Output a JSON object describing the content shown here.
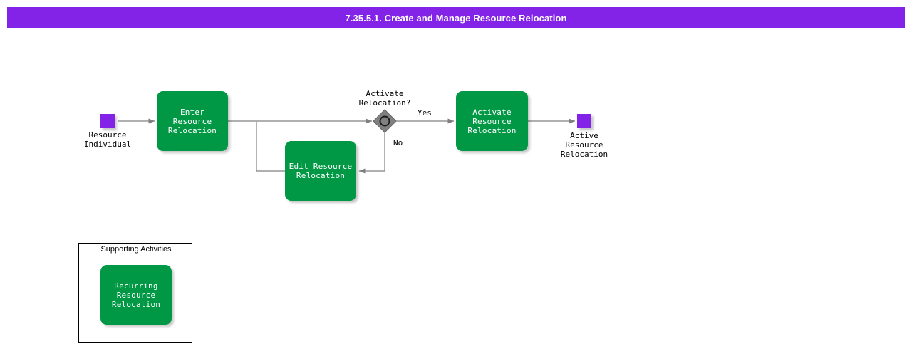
{
  "header": {
    "title": "7.35.5.1. Create and Manage Resource Relocation",
    "background_color": "#8423E8",
    "text_color": "#FFFFFF"
  },
  "theme": {
    "task_color": "#009845",
    "event_color": "#8423E8",
    "gateway_color": "#808080",
    "connector_color": "#808080",
    "canvas_background": "#FFFFFF"
  },
  "diagram": {
    "type": "bpmn-process-flow",
    "start_event": {
      "name": "resource-individual",
      "label": "Resource\nIndividual",
      "shape": "square",
      "color": "#8423E8"
    },
    "tasks": [
      {
        "name": "enter-resource-relocation",
        "label": "Enter Resource\nRelocation"
      },
      {
        "name": "edit-resource-relocation",
        "label": "Edit Resource\nRelocation"
      },
      {
        "name": "activate-resource-relocation",
        "label": "Activate\nResource\nRelocation"
      }
    ],
    "gateway": {
      "name": "activate-relocation-decision",
      "label": "Activate\nRelocation?",
      "shape": "diamond-with-circle",
      "branches": [
        {
          "name": "yes-branch",
          "label": "Yes"
        },
        {
          "name": "no-branch",
          "label": "No"
        }
      ]
    },
    "end_event": {
      "name": "active-resource-relocation",
      "label": "Active\nResource\nRelocation",
      "shape": "square",
      "color": "#8423E8"
    },
    "supporting_group": {
      "title": "Supporting Activities",
      "tasks": [
        {
          "name": "recurring-resource-relocation",
          "label": "Recurring\nResource\nRelocation"
        }
      ]
    }
  }
}
